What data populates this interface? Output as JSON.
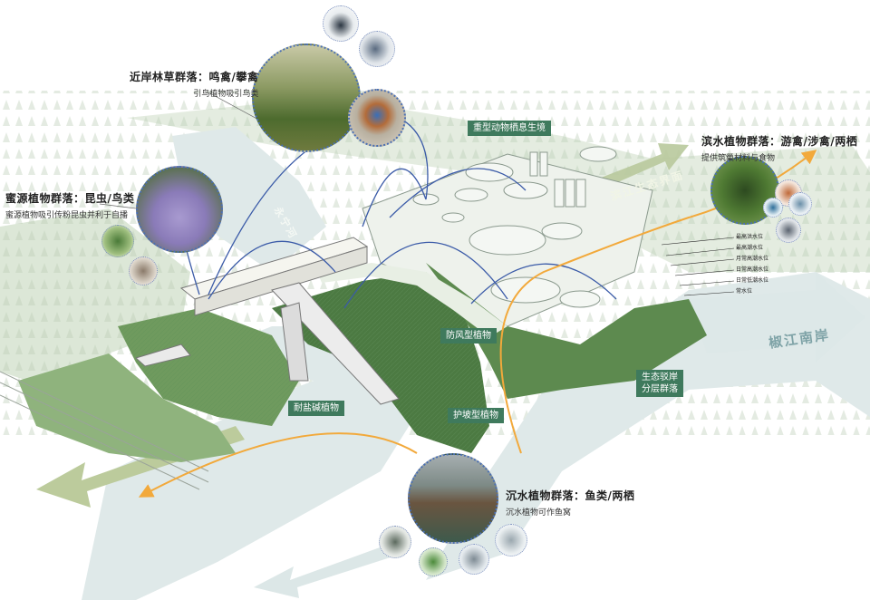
{
  "annotations": {
    "nearshore": {
      "title": "近岸林草群落：鸣禽/攀禽",
      "sub": "引鸟植物吸引鸟类"
    },
    "nectar": {
      "title": "蜜源植物群落：昆虫/鸟类",
      "sub": "蜜源植物吸引传粉昆虫并利于自播"
    },
    "waterside": {
      "title": "滨水植物群落：游禽/涉禽/两栖",
      "sub": "提供筑巢材料与食物"
    },
    "submerged": {
      "title": "沉水植物群落：鱼类/两栖",
      "sub": "沉水植物可作鱼窝"
    }
  },
  "tags": {
    "habitat": "重型动物栖息生境",
    "windbreak": "防风型植物",
    "saline": "耐盐碱植物",
    "slope": "护坡型植物",
    "bank_line1": "生态驳岸",
    "bank_line2": "分层群落"
  },
  "rivers": {
    "yongning": "永宁河",
    "binjiang": "滨江生态界面",
    "jiaojiang": "椒江南岸"
  },
  "water_levels": [
    "最高洪水位",
    "最高潮水位",
    "月常高潮水位",
    "日常高潮水位",
    "日常低潮水位",
    "常水位"
  ],
  "icon_names": [
    "magpie-icon",
    "shrike-icon",
    "bluebird-icon",
    "butterfly-icon",
    "dragonfly-icon",
    "duck-icon",
    "egret-icon",
    "kingfisher-icon",
    "grebe-icon",
    "frog-icon",
    "fish-icon",
    "fish2-icon"
  ],
  "colors": {
    "flow_arrow": "#f2a93b",
    "animal_path": "#3b5ba8",
    "river": "#dfe9e9",
    "terrain": "#cfdcc7",
    "dark_green": "#3f7a5d",
    "arrow_green": "#b8c99c"
  }
}
